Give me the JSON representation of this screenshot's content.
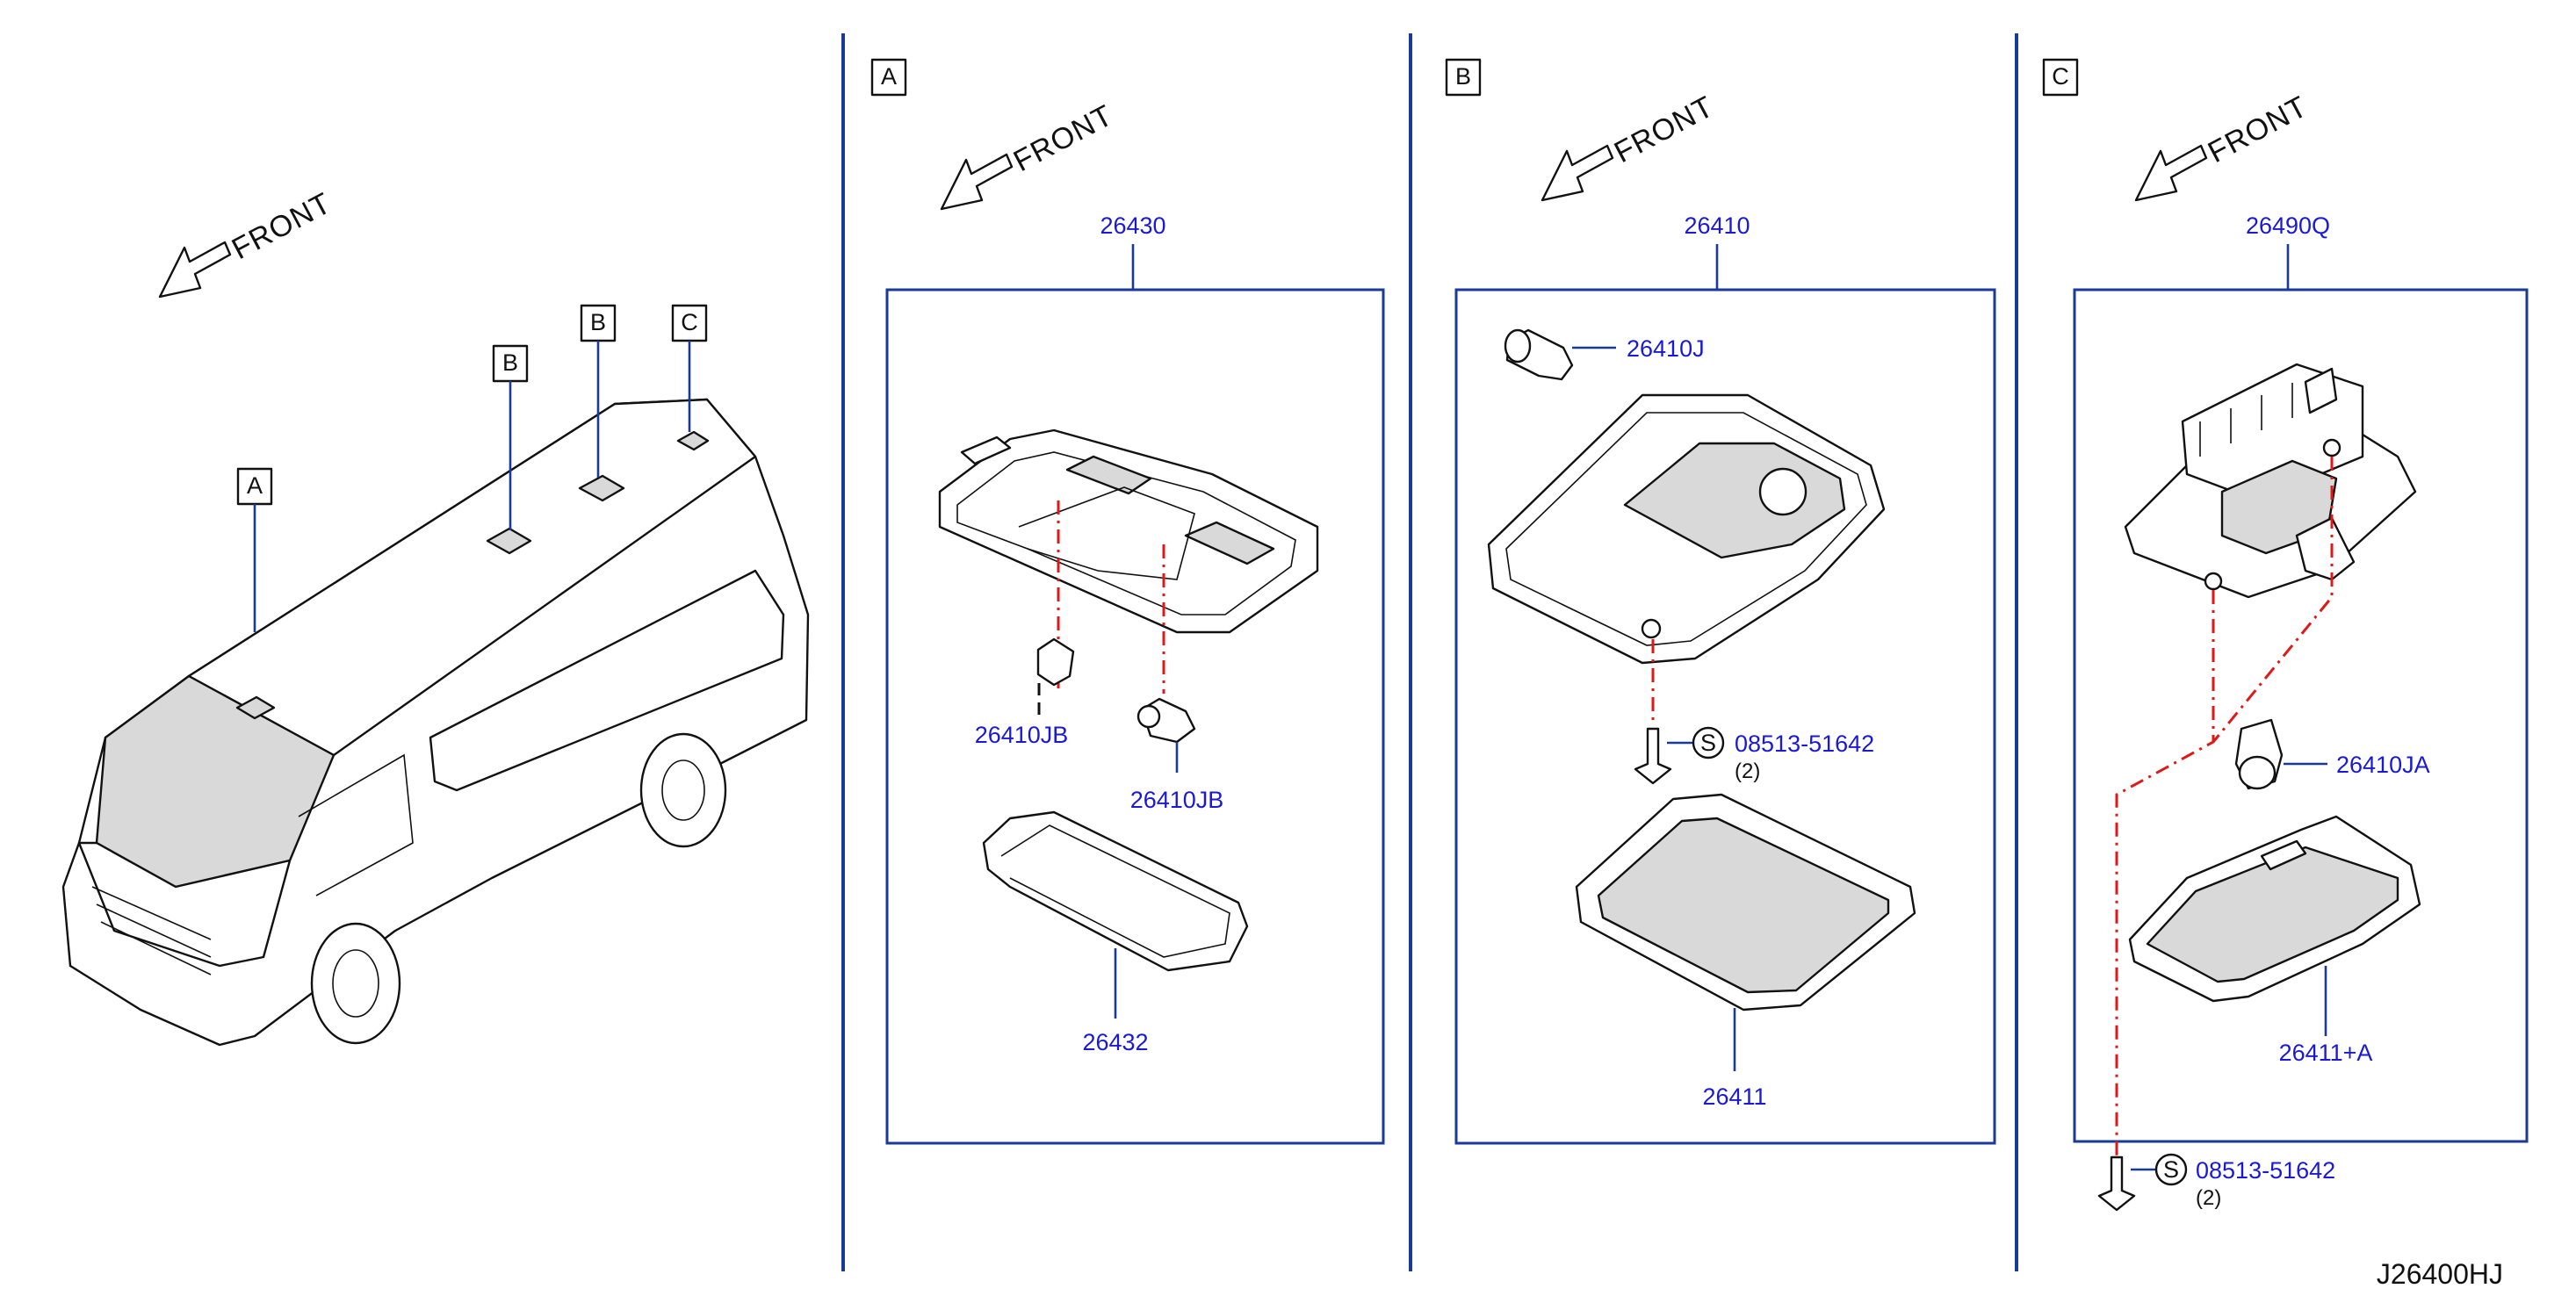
{
  "diagram_code": "J26400HJ",
  "front_label": "FRONT",
  "callouts": {
    "overview": {
      "a": "A",
      "b1": "B",
      "b2": "B",
      "c": "C"
    },
    "panel_a": {
      "section": "A",
      "assembly": "26430",
      "bulb_left": "26410JB",
      "bulb_right": "26410JB",
      "lens": "26432"
    },
    "panel_b": {
      "section": "B",
      "assembly": "26410",
      "bulb": "26410J",
      "screw_symbol": "S",
      "screw": "08513-51642",
      "screw_qty": "(2)",
      "lens": "26411"
    },
    "panel_c": {
      "section": "C",
      "assembly": "26490Q",
      "bulb": "26410JA",
      "lens": "26411+A",
      "screw_symbol": "S",
      "screw": "08513-51642",
      "screw_qty": "(2)"
    }
  },
  "colors": {
    "part_number": "#1a1ad6",
    "leader": "#1a3a9a",
    "centerline": "#e01818"
  }
}
